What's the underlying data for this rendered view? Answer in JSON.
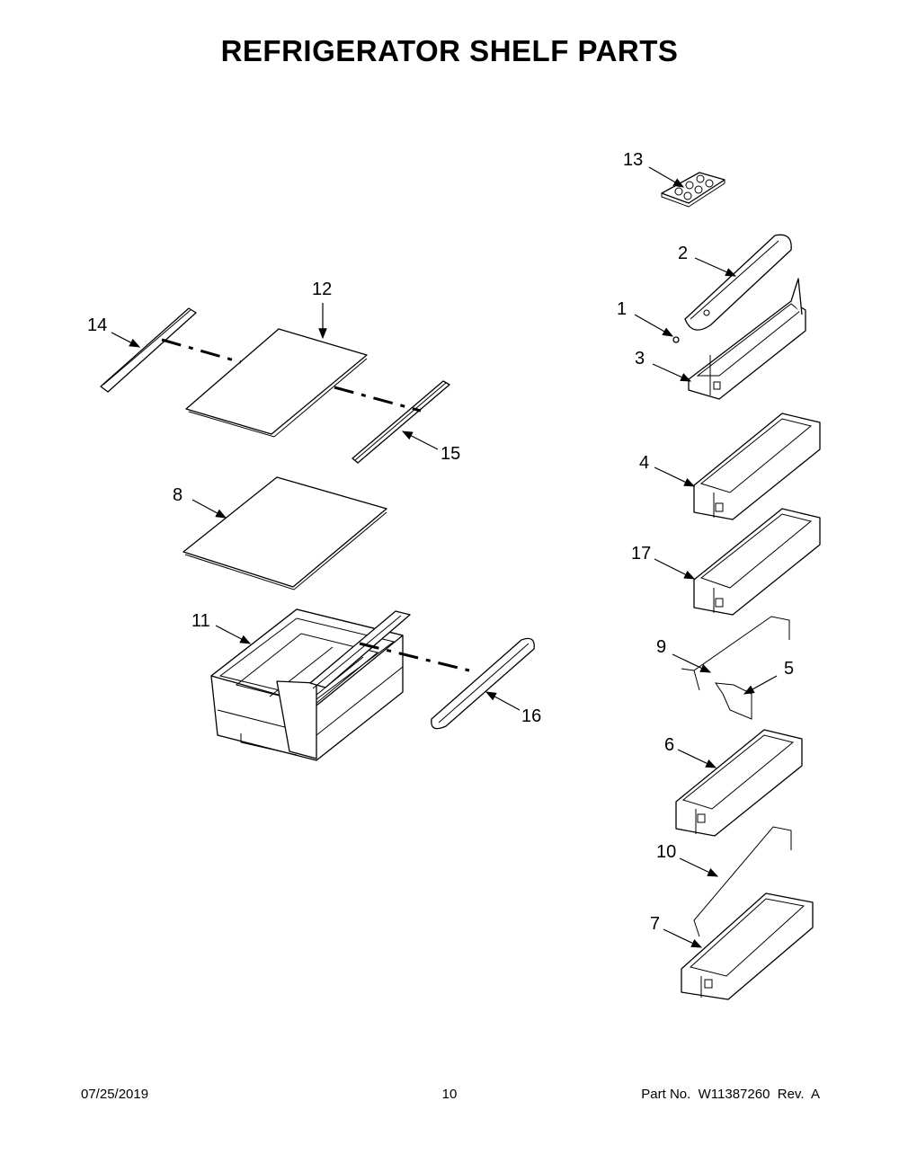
{
  "title": "REFRIGERATOR SHELF PARTS",
  "callouts": [
    "1",
    "2",
    "3",
    "4",
    "5",
    "6",
    "7",
    "8",
    "9",
    "10",
    "11",
    "12",
    "13",
    "14",
    "15",
    "16",
    "17"
  ],
  "footer": {
    "date": "07/25/2019",
    "page": "10",
    "part_number": "Part No.  W11387260  Rev.  A"
  }
}
